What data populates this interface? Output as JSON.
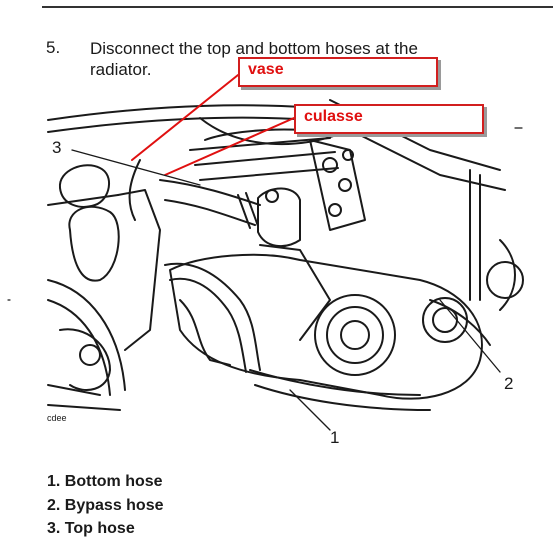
{
  "step": {
    "number": "5.",
    "text_line1": "Disconnect the top and bottom hoses at the",
    "text_line2": "radiator."
  },
  "annotations": [
    {
      "label": "vase",
      "color": "#e01010"
    },
    {
      "label": "culasse",
      "color": "#e01010"
    }
  ],
  "callouts": [
    "3",
    "2",
    "1"
  ],
  "figure_credit": "cdee",
  "legend": [
    "1. Bottom hose",
    "2. Bypass hose",
    "3. Top hose"
  ]
}
